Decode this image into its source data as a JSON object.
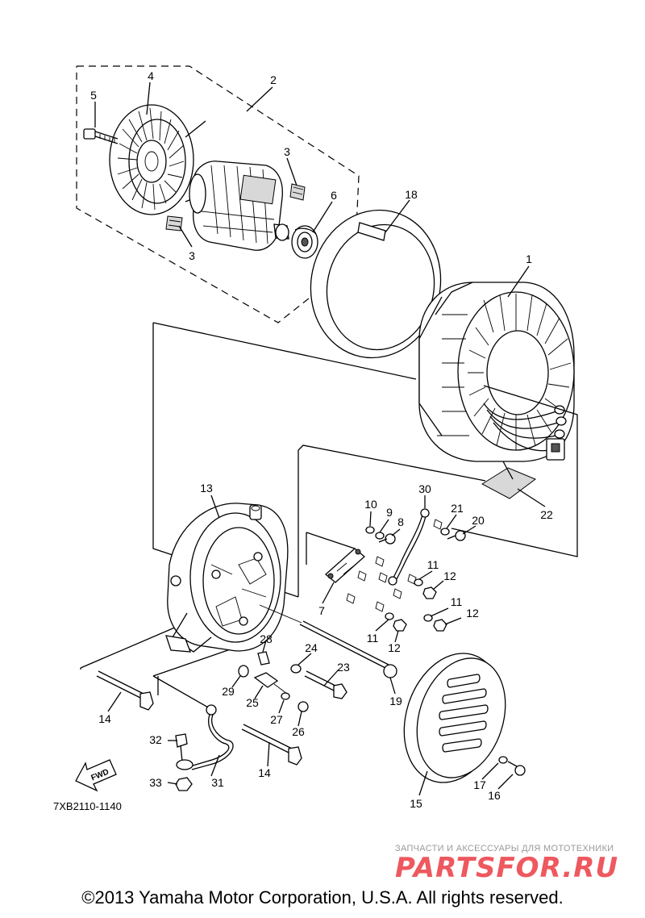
{
  "callouts": {
    "n1": "1",
    "n2": "2",
    "n3a": "3",
    "n3b": "3",
    "n4": "4",
    "n5": "5",
    "n6": "6",
    "n7": "7",
    "n8": "8",
    "n9": "9",
    "n10": "10",
    "n11a": "11",
    "n11b": "11",
    "n11c": "11",
    "n12a": "12",
    "n12b": "12",
    "n12c": "12",
    "n13": "13",
    "n14a": "14",
    "n14b": "14",
    "n15": "15",
    "n16": "16",
    "n17": "17",
    "n18": "18",
    "n19": "19",
    "n20": "20",
    "n21": "21",
    "n22": "22",
    "n23": "23",
    "n24": "24",
    "n25": "25",
    "n26": "26",
    "n27": "27",
    "n28": "28",
    "n29": "29",
    "n30": "30",
    "n31": "31",
    "n32": "32",
    "n33": "33"
  },
  "fwd_label": "FWD",
  "diagram_code": "7XB2110-1140",
  "watermark": {
    "tagline": "ЗАПЧАСТИ И АКСЕССУАРЫ ДЛЯ МОТОТЕХНИКИ",
    "logo_left": "PARTS",
    "logo_right": "FOR.RU",
    "logo_color_left": "#e8202a",
    "logo_color_right": "#e8202a"
  },
  "copyright": "©2013 Yamaha Motor Corporation, U.S.A. All rights reserved."
}
